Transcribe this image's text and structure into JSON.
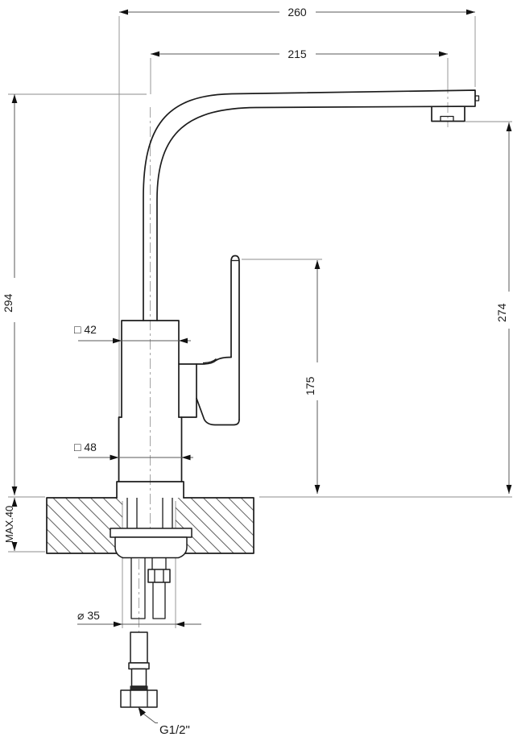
{
  "drawing": {
    "type": "technical-drawing",
    "subject": "kitchen sink mixer faucet - side elevation with installation dimensions",
    "units": "mm",
    "labels": {
      "reach_total": "260",
      "reach_aerator": "215",
      "height_overall": "294",
      "height_outlet": "274",
      "height_handle": "175",
      "body_section_upper": "□ 42",
      "body_section_lower": "□ 48",
      "hole_diameter": "⌀ 35",
      "deck_thickness": "MAX.40",
      "connection_thread": "G1/2\""
    },
    "colors": {
      "object_line": "#1c1c1c",
      "extension_line": "#8c8c8c",
      "dimension_line": "#5a5a5a",
      "background": "#ffffff"
    }
  }
}
